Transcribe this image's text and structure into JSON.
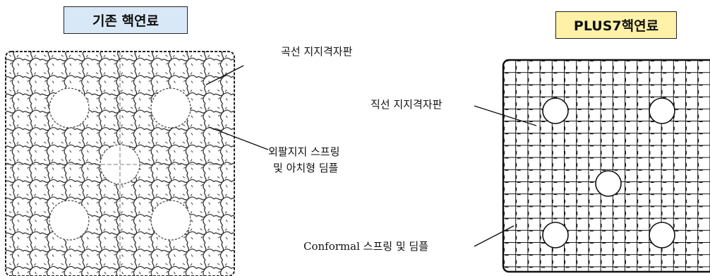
{
  "titles": {
    "legacy": "기존 핵연료",
    "plus7": "PLUS7핵연료"
  },
  "callouts": {
    "curved_grid": "곡선 지지격자판",
    "outer_spring_line1": "외팔지지 스프링",
    "outer_spring_line2": "및 아치형 딤플",
    "straight_grid": "직선 지지격자판",
    "conformal_prefix": "Conformal",
    "conformal_suffix": " 스프링 및 딤플"
  }
}
